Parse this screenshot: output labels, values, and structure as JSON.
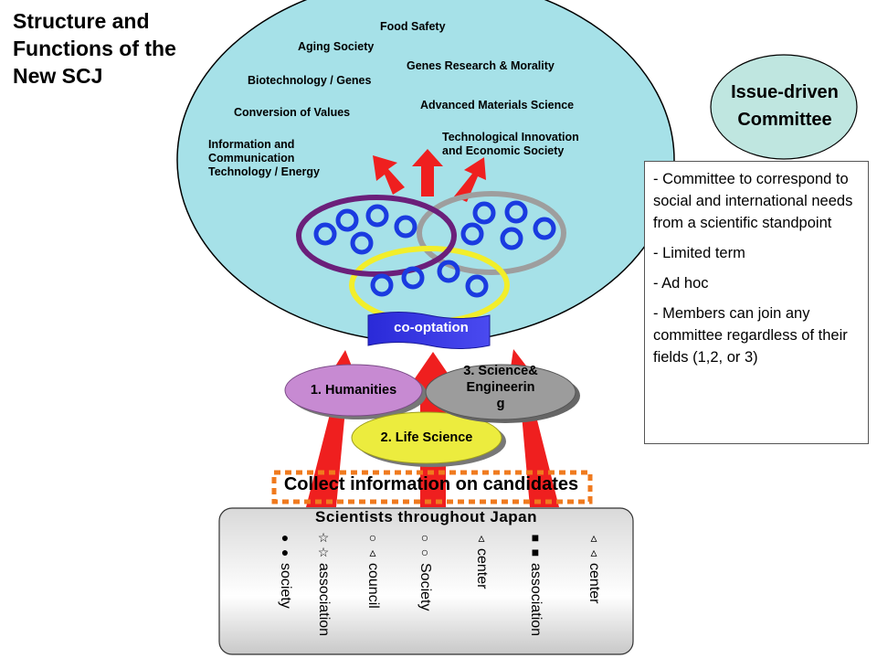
{
  "title": "Structure and\nFunctions of the\nNew SCJ",
  "topics": [
    "Food Safety",
    "Aging Society",
    "Genes Research & Morality",
    "Biotechnology / Genes",
    "Advanced Materials Science",
    "Conversion of Values",
    "Technological Innovation\nand Economic Society",
    "Information and\nCommunication\nTechnology / Energy"
  ],
  "issue_committee": {
    "title": "Issue-driven\nCommittee",
    "items": [
      "- Committee to correspond to social and international needs from a scientific standpoint",
      "- Limited term",
      "- Ad hoc",
      "- Members can join any committee regardless of their fields (1,2, or 3)"
    ]
  },
  "cooptation": "co-optation",
  "fields": {
    "humanities": "1. Humanities",
    "science_eng": "3. Science&\nEngineerin\ng",
    "life_science": "2. Life Science"
  },
  "collect_label": "Collect information on candidates",
  "scientists_label": "Scientists throughout Japan",
  "organizations": [
    {
      "symbols": [
        "●",
        "●"
      ],
      "label": "society"
    },
    {
      "symbols": [
        "☆",
        "☆"
      ],
      "label": "association"
    },
    {
      "symbols": [
        "○",
        "▵"
      ],
      "label": "council"
    },
    {
      "symbols": [
        "○",
        "○"
      ],
      "label": "Society"
    },
    {
      "symbols": [
        "▵"
      ],
      "label": "center"
    },
    {
      "symbols": [
        "■",
        "■"
      ],
      "label": "association"
    },
    {
      "symbols": [
        "▵",
        "▵"
      ],
      "label": "center"
    }
  ],
  "colors": {
    "big_ellipse": "#a6e1e8",
    "committee_circle": "#bfe6e0",
    "purple_ring": "#6b1f7a",
    "gray_ring": "#9e9e9e",
    "yellow_ring": "#f2ee2a",
    "member_circle": "#1a3be0",
    "red_arrow": "#ef1f1f",
    "coopt_banner": "#3535e0",
    "humanities": "#c78ad2",
    "science_eng": "#9c9c9c",
    "life_science": "#ecec3e",
    "collect_border": "#f07a1e"
  }
}
